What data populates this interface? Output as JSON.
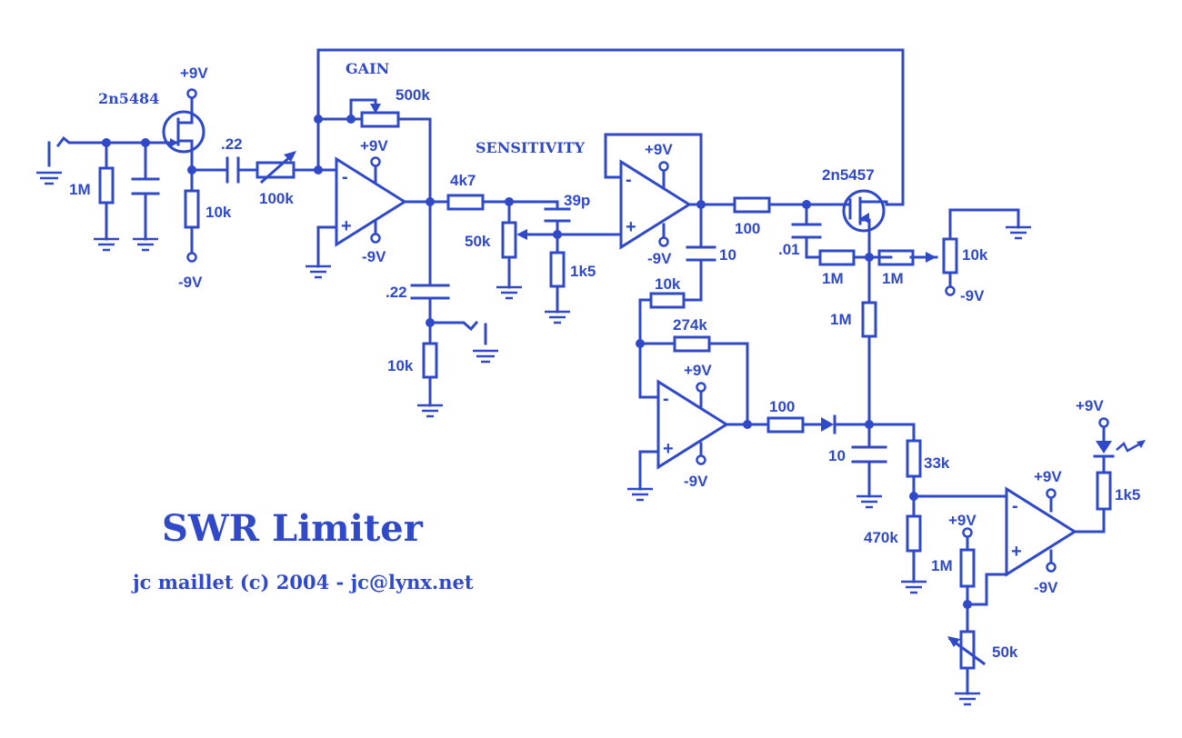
{
  "title": "SWR Limiter",
  "credit": "jc maillet (c) 2004 - jc@lynx.net",
  "function_labels": {
    "gain": "GAIN",
    "sensitivity": "SENSITIVITY"
  },
  "transistors": {
    "input_jfet": "2n5484",
    "limiter_jfet": "2n5457"
  },
  "supplies": {
    "pos": "+9V",
    "neg": "-9V"
  },
  "opamp_pins": {
    "inv": "-",
    "noninv": "+"
  },
  "components": {
    "r_in_1M": "1M",
    "c_in_22": ".22",
    "r_src_10k": "10k",
    "vr_100k": "100k",
    "vr_gain_500k": "500k",
    "c_out_22": ".22",
    "r_out_10k": "10k",
    "r_4k7": "4k7",
    "vr_sens_50k": "50k",
    "c_39p": "39p",
    "r_1k5": "1k5",
    "r_100_a": "100",
    "c_01": ".01",
    "r_1M_a": "1M",
    "r_1M_b": "1M",
    "vr_bias_10k": "10k",
    "c_10_a": "10",
    "r_10k_fb": "10k",
    "r_274k": "274k",
    "r_1M_c": "1M",
    "r_100_b": "100",
    "c_10_b": "10",
    "r_33k": "33k",
    "r_470k": "470k",
    "r_1M_d": "1M",
    "vr_50k_thr": "50k",
    "r_1k5_led": "1k5"
  }
}
